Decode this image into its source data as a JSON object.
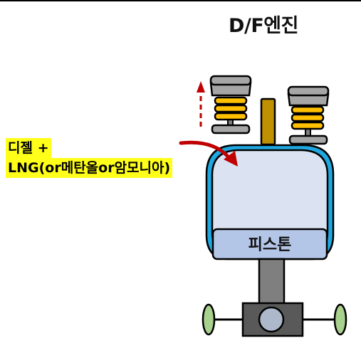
{
  "title": "D/F엔진",
  "fuel": {
    "line1": "디젤 +",
    "line2": "LNG(or메탄올or암모니아)"
  },
  "piston": {
    "label": "피스톤"
  },
  "colors": {
    "cylinder_fill": "#dbe3f3",
    "piston_fill": "#b4c6e7",
    "water_jacket": "#1fa7e0",
    "valve_gray": "#a6a6a6",
    "spring_orange": "#ffc000",
    "injector_gold": "#bf9000",
    "arrow_red": "#c00000",
    "rod_gray": "#7f7f7f",
    "crank_gray": "#595959",
    "crank_pin": "#adb9ca",
    "counterweight_green": "#a9d18e"
  }
}
